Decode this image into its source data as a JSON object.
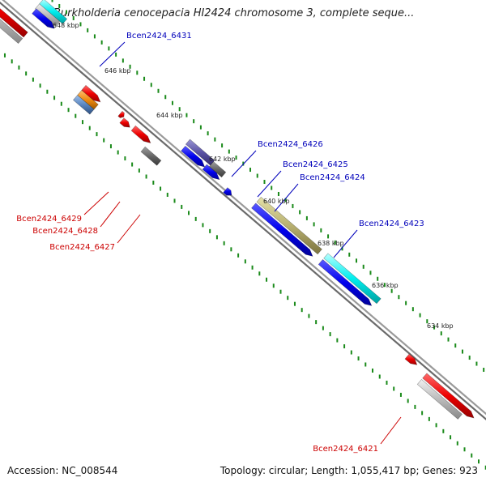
{
  "title": "Burkholderia cenocepacia HI2424 chromosome 3, complete seque...",
  "footer": {
    "accession": "Accession: NC_008544",
    "summary": "Topology: circular; Length: 1,055,417 bp; Genes: 923"
  },
  "colors": {
    "forward_label": "#0000bb",
    "reverse_label": "#cc0000",
    "backbone": "#808080",
    "tick": "#1a8a1a"
  },
  "scale_labels": [
    "648 kbp",
    "646 kbp",
    "644 kbp",
    "642 kbp",
    "640 kbp",
    "638 kbp",
    "636 kbp",
    "634 kbp"
  ],
  "gene_labels": [
    {
      "text": "Bcen2424_6431",
      "strand": "forward"
    },
    {
      "text": "Bcen2424_6426",
      "strand": "forward"
    },
    {
      "text": "Bcen2424_6425",
      "strand": "forward"
    },
    {
      "text": "Bcen2424_6424",
      "strand": "forward"
    },
    {
      "text": "Bcen2424_6423",
      "strand": "forward"
    },
    {
      "text": "Bcen2424_6429",
      "strand": "reverse"
    },
    {
      "text": "Bcen2424_6428",
      "strand": "reverse"
    },
    {
      "text": "Bcen2424_6427",
      "strand": "reverse"
    },
    {
      "text": "Bcen2424_6421",
      "strand": "reverse"
    }
  ]
}
